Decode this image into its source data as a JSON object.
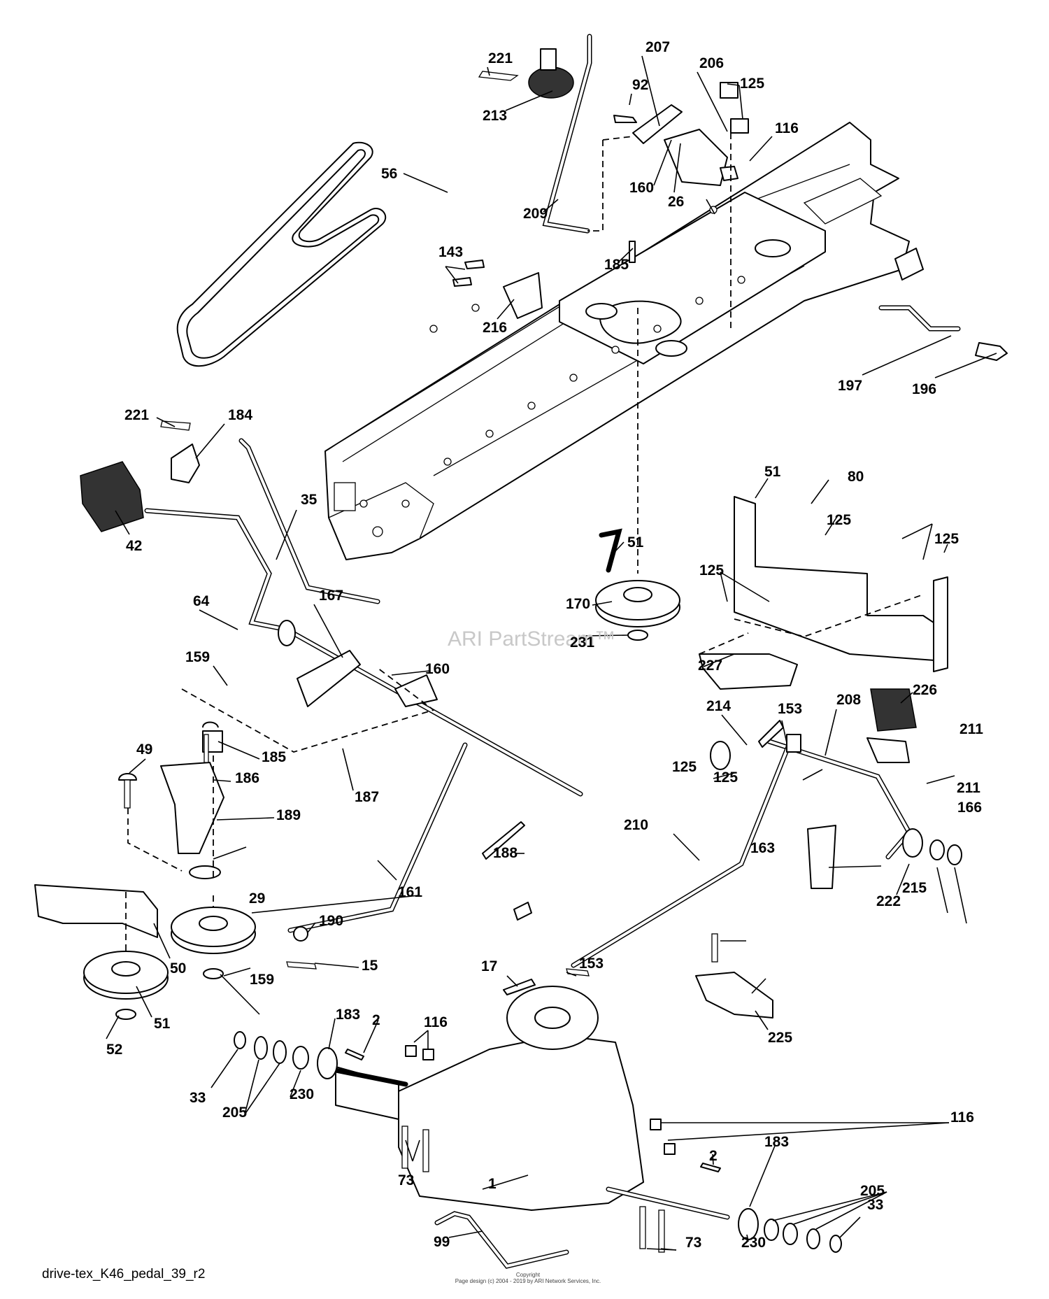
{
  "diagram": {
    "watermark": "ARI PartStream™",
    "diagram_code": "drive-tex_K46_pedal_39_r2",
    "copyright_lines": [
      "Copyright",
      "Page design (c) 2004 - 2019 by ARI Network Services, Inc."
    ]
  },
  "callouts": [
    "221",
    "213",
    "209",
    "207",
    "92",
    "206",
    "125",
    "116",
    "160",
    "26",
    "56",
    "185",
    "143",
    "216",
    "197",
    "196",
    "221",
    "184",
    "42",
    "35",
    "64",
    "167",
    "160",
    "159",
    "49",
    "185",
    "186",
    "189",
    "187",
    "188",
    "161",
    "29",
    "50",
    "190",
    "15",
    "159",
    "51",
    "52",
    "51",
    "170",
    "231",
    "51",
    "125",
    "80",
    "125",
    "125",
    "227",
    "226",
    "214",
    "153",
    "208",
    "125",
    "211",
    "210",
    "163",
    "215",
    "222",
    "211",
    "166",
    "125",
    "17",
    "153",
    "225",
    "183",
    "2",
    "116",
    "33",
    "205",
    "230",
    "116",
    "2",
    "183",
    "205",
    "33",
    "1",
    "73",
    "99",
    "73",
    "230"
  ]
}
